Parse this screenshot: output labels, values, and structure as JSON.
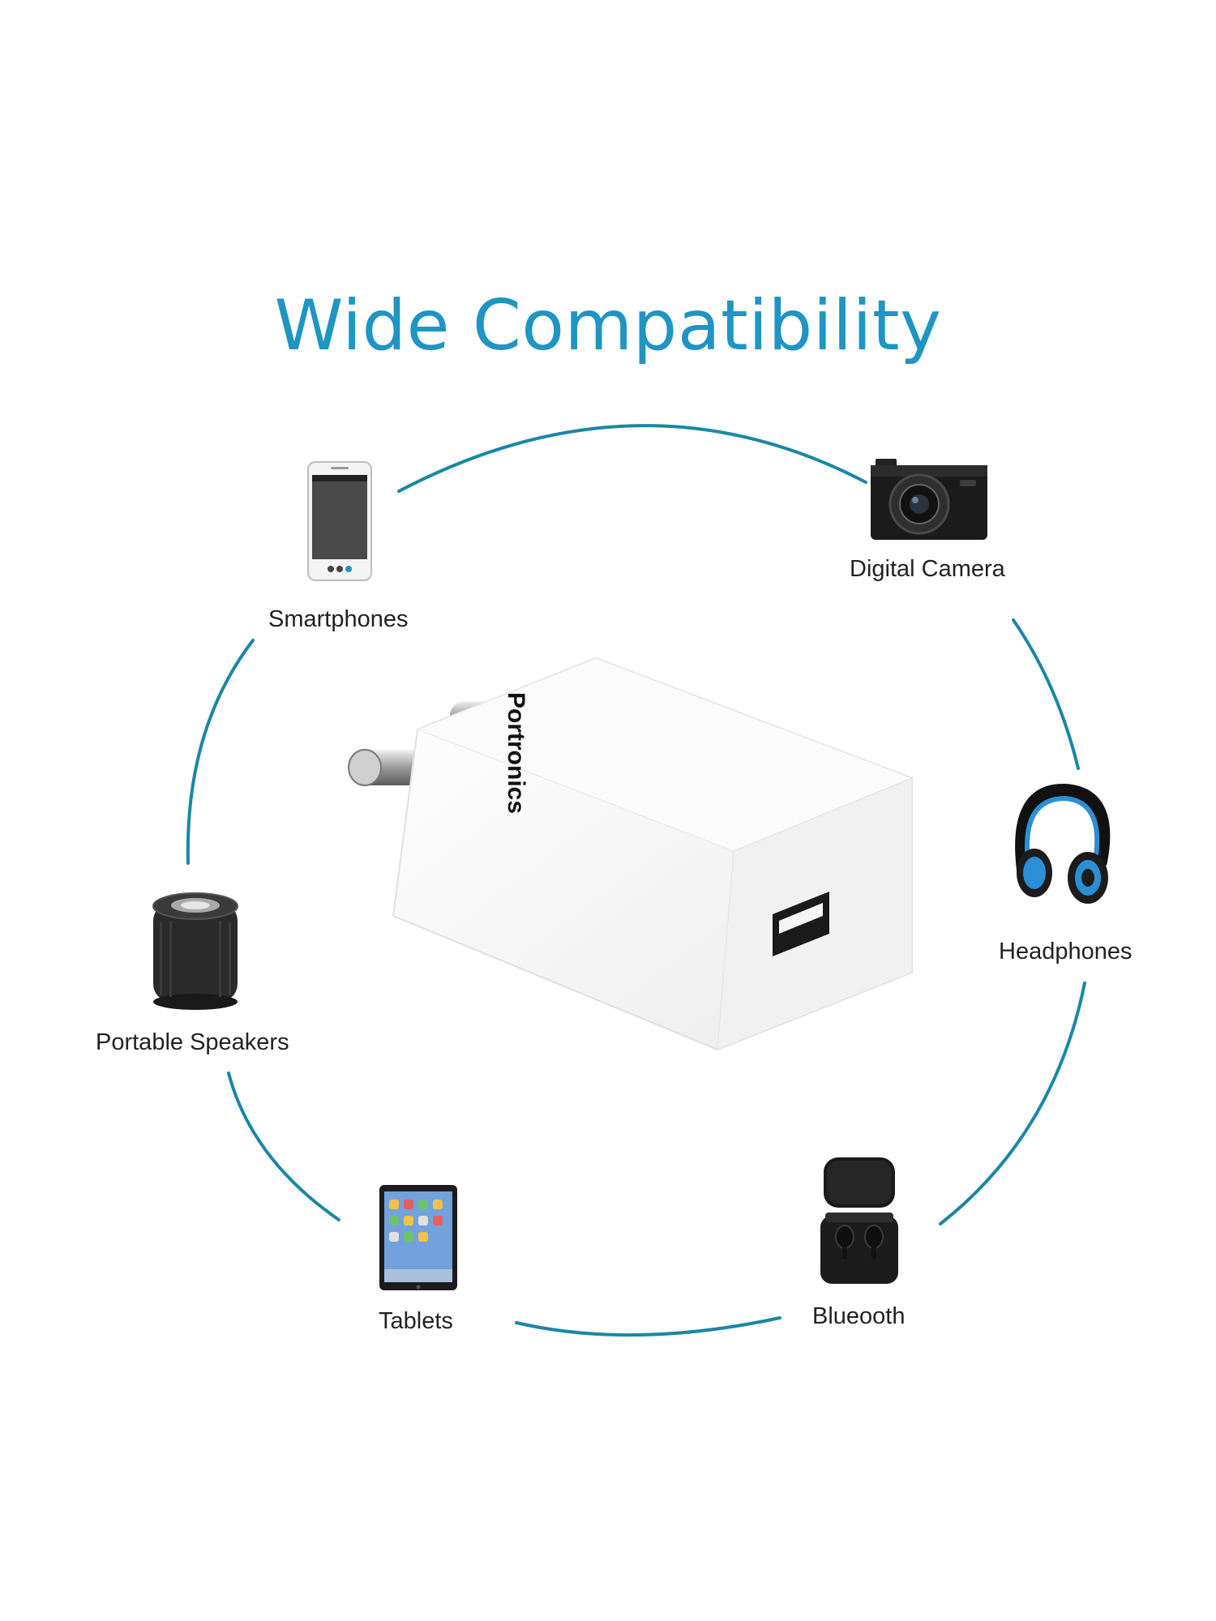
{
  "title": "Wide Compatibility",
  "brand_logo_text": "Portronics",
  "accent_color": "#1e95c3",
  "devices": {
    "smartphones": {
      "label": "Smartphones",
      "icon": "smartphone-icon"
    },
    "camera": {
      "label": "Digital Camera",
      "icon": "camera-icon"
    },
    "headphones": {
      "label": "Headphones",
      "icon": "headphones-icon"
    },
    "speakers": {
      "label": "Portable Speakers",
      "icon": "speaker-icon"
    },
    "tablets": {
      "label": "Tablets",
      "icon": "tablet-icon"
    },
    "bluetooth": {
      "label": "Blueooth",
      "icon": "earbuds-icon"
    }
  }
}
